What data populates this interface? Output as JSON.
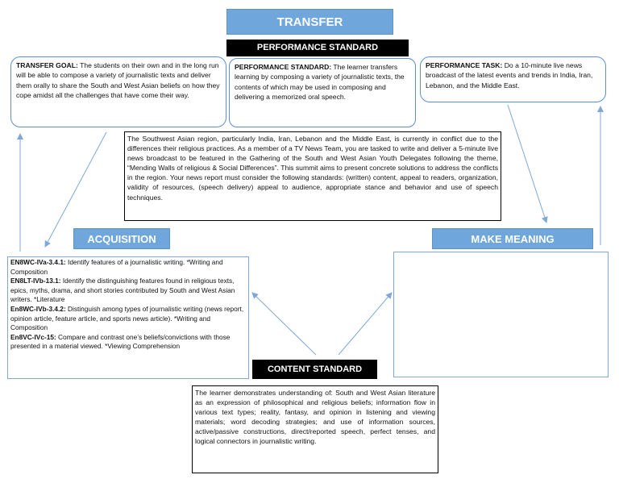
{
  "title": "TRANSFER",
  "performance_standard_header": "PERFORMANCE STANDARD",
  "transfer_goal": {
    "label": "TRANSFER GOAL:",
    "text": " The students on their own and in the long run will be able to compose a variety of journalistic texts and deliver them orally to share the South and West Asian beliefs on how they cope amidst all the challenges that have come their way."
  },
  "performance_standard": {
    "label": "PERFORMANCE STANDARD:",
    "text": " The learner transfers learning by composing a variety of journalistic texts, the contents of which may be used in composing and delivering a memorized oral speech."
  },
  "performance_task": {
    "label": "PERFORMANCE TASK:",
    "text": " Do a 10-minute live news broadcast of the latest events and trends in India, Iran, Lebanon, and the Middle East."
  },
  "scenario": "The Southwest Asian region, particularly India, Iran, Lebanon and the Middle East, is currently in conflict due to the differences their religious practices. As a member of a TV News Team, you are tasked to write and deliver a 5-minute live news broadcast to be featured in the Gathering of the South and West Asian Youth Delegates following the theme, “Mending Walls of religious & Social Differences”. This summit aims to present concrete solutions to address the conflicts in the region. Your news report must consider the following standards: (written) content, appeal to readers, organization, validity of resources, (speech delivery) appeal to audience, appropriate stance and behavior and use of speech techniques.",
  "acquisition_header": "ACQUISITION",
  "make_meaning_header": "MAKE MEANING",
  "acquisition_items": [
    {
      "code": "EN8WC-IVa-3.4.1:",
      "text": " Identify features of a journalistic writing. *Writing and Composition"
    },
    {
      "code": "EN8LT-IVb-13.1:",
      "text": " Identify the distinguishing features found in religious texts, epics, myths, drama, and short stories contributed by South and West Asian writers. *Literature"
    },
    {
      "code": "En8WC-IVb-3.4.2:",
      "text": " Distinguish among types of journalistic writing (news report, opinion article, feature article, and sports news article). *Writing and Composition"
    },
    {
      "code": "En8VC-IVc-15:",
      "text": " Compare and contrast one’s beliefs/convictions with those presented in a material viewed. *Viewing Comprehension"
    }
  ],
  "content_standard_header": "CONTENT STANDARD",
  "content_standard": "The learner demonstrates understanding of: South and West Asian literature as an expression of philosophical and religious beliefs; information flow in various text types; reality, fantasy, and opinion in listening and viewing materials; word decoding strategies; and use of information sources, active/passive constructions, direct/reported speech, perfect tenses, and logical connectors in journalistic writing.",
  "colors": {
    "banner_blue": "#6fa6dc",
    "box_border": "#5b8fd0",
    "arrow": "#7fa7d8"
  }
}
